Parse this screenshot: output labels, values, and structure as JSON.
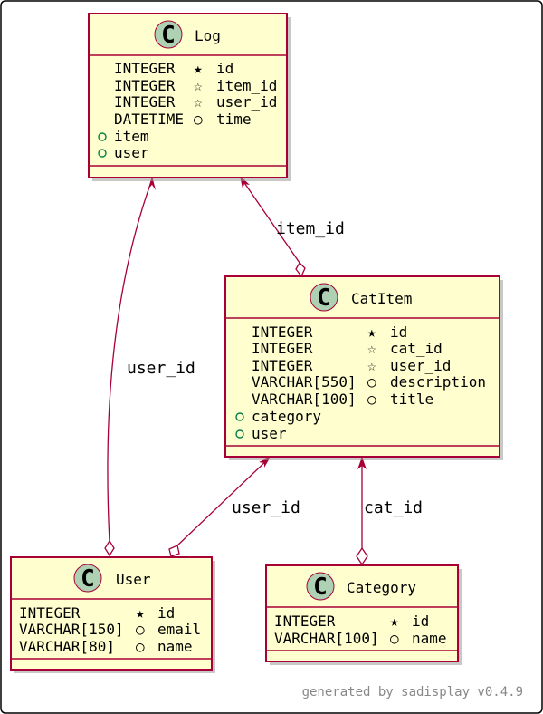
{
  "footer": "generated by sadisplay v0.4.9",
  "icon_letter": "C",
  "colors": {
    "background": "#fefece",
    "border": "#a80036",
    "icon": "#add1b2",
    "visibility": "#038048"
  },
  "classes": {
    "log": {
      "name": "Log",
      "rows": [
        {
          "type": "INTEGER",
          "marker": "★",
          "field": "id"
        },
        {
          "type": "INTEGER",
          "marker": "☆",
          "field": "item_id"
        },
        {
          "type": "INTEGER",
          "marker": "☆",
          "field": "user_id"
        },
        {
          "type": "DATETIME",
          "marker": "○",
          "field": "time"
        }
      ],
      "relations": [
        "item",
        "user"
      ]
    },
    "catitem": {
      "name": "CatItem",
      "rows": [
        {
          "type": "INTEGER",
          "marker": "★",
          "field": "id"
        },
        {
          "type": "INTEGER",
          "marker": "☆",
          "field": "cat_id"
        },
        {
          "type": "INTEGER",
          "marker": "☆",
          "field": "user_id"
        },
        {
          "type": "VARCHAR[550]",
          "marker": "○",
          "field": "description"
        },
        {
          "type": "VARCHAR[100]",
          "marker": "○",
          "field": "title"
        }
      ],
      "relations": [
        "category",
        "user"
      ]
    },
    "user": {
      "name": "User",
      "rows": [
        {
          "type": "INTEGER",
          "marker": "★",
          "field": "id"
        },
        {
          "type": "VARCHAR[150]",
          "marker": "○",
          "field": "email"
        },
        {
          "type": "VARCHAR[80]",
          "marker": "○",
          "field": "name"
        }
      ],
      "relations": []
    },
    "category": {
      "name": "Category",
      "rows": [
        {
          "type": "INTEGER",
          "marker": "★",
          "field": "id"
        },
        {
          "type": "VARCHAR[100]",
          "marker": "○",
          "field": "name"
        }
      ],
      "relations": []
    }
  },
  "edges": {
    "log_user": "user_id",
    "log_catitem": "item_id",
    "catitem_user": "user_id",
    "catitem_category": "cat_id"
  }
}
